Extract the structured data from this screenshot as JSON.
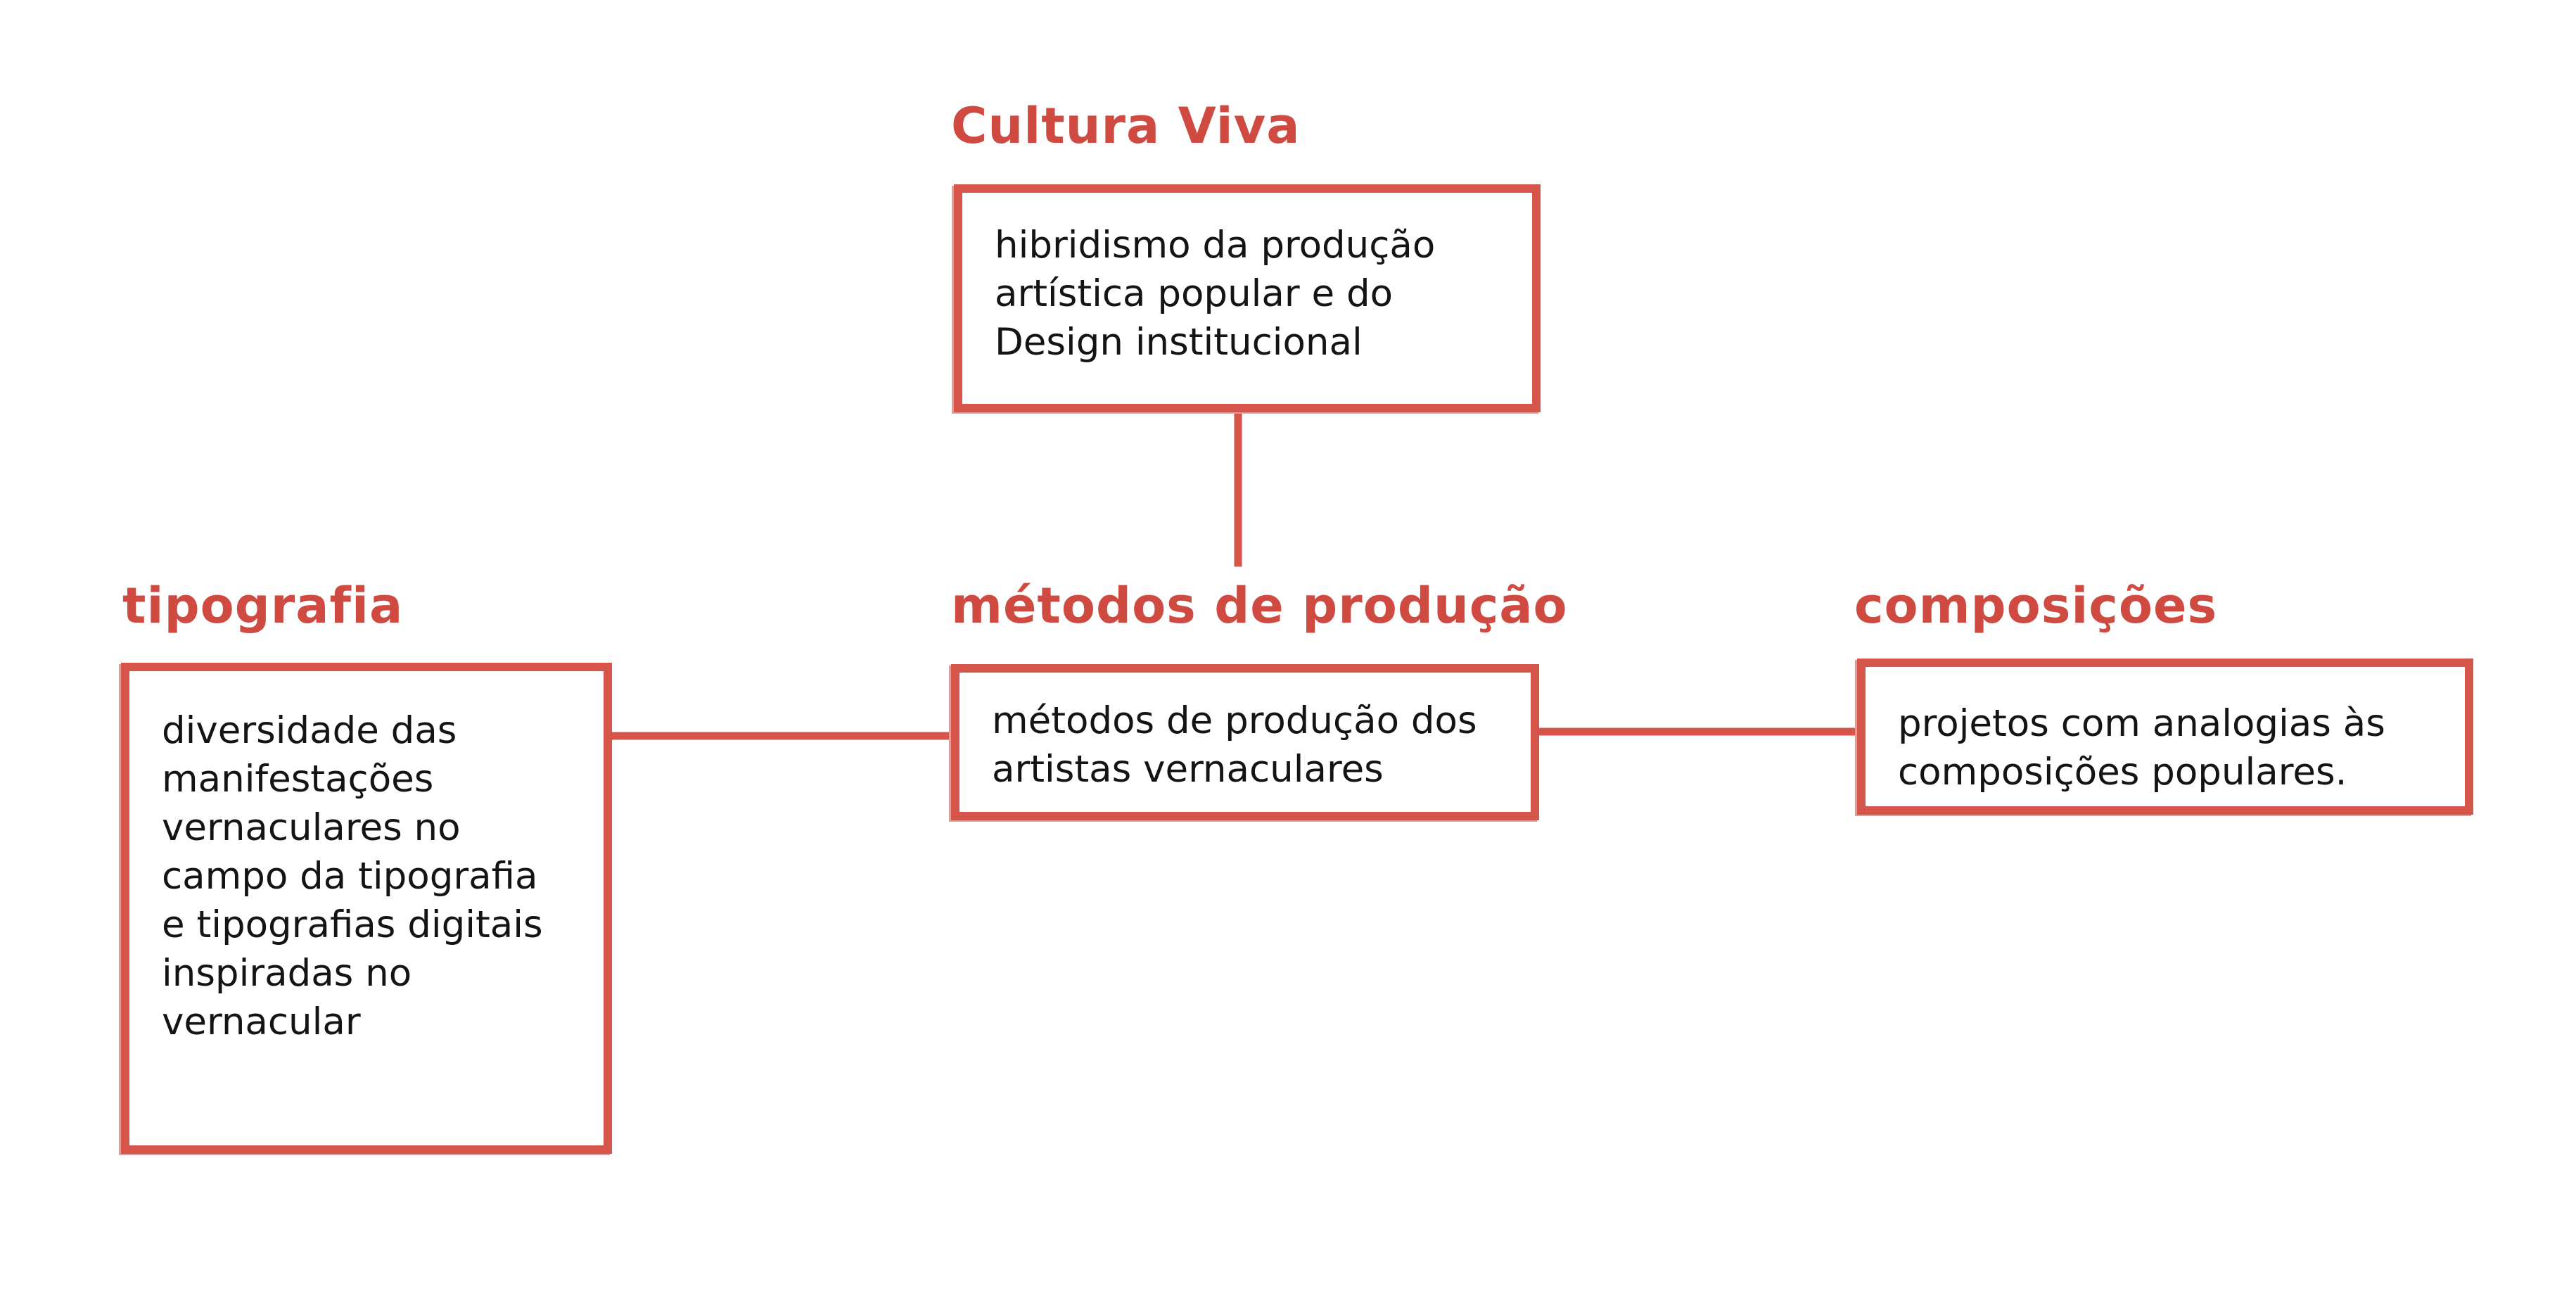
{
  "theme": {
    "accent": "#d5554a",
    "title_color": "#cf4a40",
    "accent_soft": "#e79a92"
  },
  "nodes": {
    "cultura_viva": {
      "title": "Cultura Viva",
      "lines": [
        "hibridismo da produção",
        "artística popular e do",
        "Design institucional"
      ]
    },
    "metodos": {
      "title": "métodos de produção",
      "lines": [
        "métodos de produção dos",
        "artistas vernaculares"
      ]
    },
    "tipografia": {
      "title": "tipografia",
      "lines": [
        "diversidade das",
        "manifestações",
        "vernaculares no",
        "campo da tipografia",
        "e tipografias digitais",
        "inspiradas no",
        "vernacular"
      ]
    },
    "composicoes": {
      "title": "composições",
      "lines": [
        "projetos com analogias às",
        "composições populares."
      ]
    }
  },
  "edges": [
    {
      "from": "cultura_viva",
      "to": "metodos"
    },
    {
      "from": "tipografia",
      "to": "metodos"
    },
    {
      "from": "metodos",
      "to": "composicoes"
    }
  ]
}
